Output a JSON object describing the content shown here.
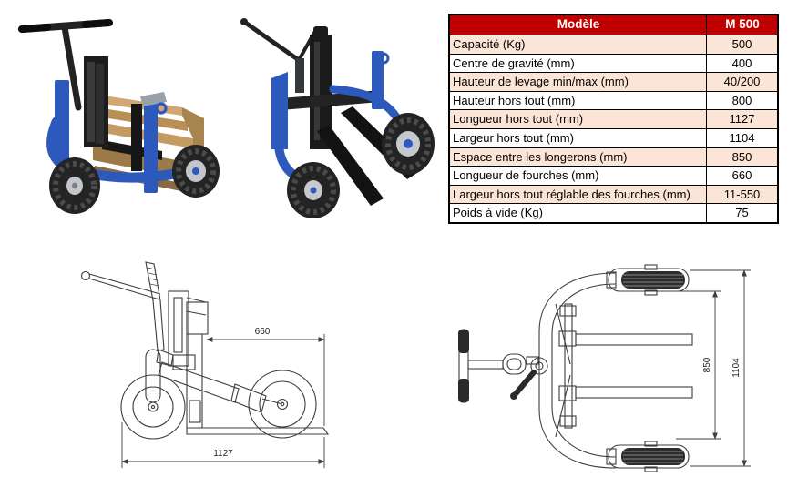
{
  "page": {
    "background": "#ffffff"
  },
  "colors": {
    "table_header_bg": "#c00000",
    "table_header_text": "#ffffff",
    "table_row_alt_bg": "#fbe5d6",
    "table_row_bg": "#ffffff",
    "table_border": "#000000",
    "truck_blue": "#2d59bd",
    "truck_black": "#1c1c1c",
    "pallet_wood": "#c49b63",
    "drawing_line": "#3d3d3d"
  },
  "photos": {
    "photo1_name": "pallet-truck-with-pallet",
    "photo2_name": "pallet-truck-forks-view"
  },
  "spec_table": {
    "header": {
      "model_label": "Modèle",
      "model_value": "M 500"
    },
    "rows": [
      {
        "label": "Capacité (Kg)",
        "value": "500"
      },
      {
        "label": "Centre de gravité (mm)",
        "value": "400"
      },
      {
        "label": "Hauteur de levage min/max (mm)",
        "value": "40/200"
      },
      {
        "label": "Hauteur hors tout (mm)",
        "value": "800"
      },
      {
        "label": "Longueur hors tout (mm)",
        "value": "1127"
      },
      {
        "label": "Largeur hors tout (mm)",
        "value": "1104"
      },
      {
        "label": "Espace entre les longerons (mm)",
        "value": "850"
      },
      {
        "label": "Longueur de fourches (mm)",
        "value": "660"
      },
      {
        "label": "Largeur hors tout réglable des fourches (mm)",
        "value": "11-550"
      },
      {
        "label": "Poids à vide (Kg)",
        "value": "75"
      }
    ]
  },
  "drawings": {
    "side_view": {
      "fork_length": "660",
      "overall_length": "1127"
    },
    "top_view": {
      "inner_width": "850",
      "overall_width": "1104"
    }
  }
}
